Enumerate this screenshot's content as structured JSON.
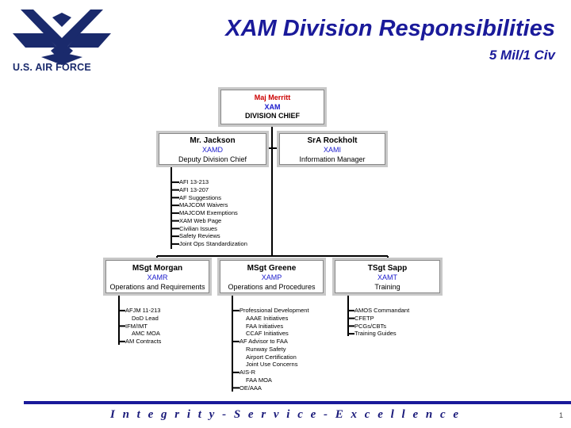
{
  "header": {
    "title": "XAM Division Responsibilities",
    "subtitle": "5 Mil/1 Civ",
    "logo_text": "U.S. AIR FORCE"
  },
  "chief": {
    "name": "Maj Merritt",
    "code": "XAM",
    "role": "DIVISION CHIEF"
  },
  "deputies": [
    {
      "name": "Mr. Jackson",
      "code": "XAMD",
      "role": "Deputy Division Chief"
    },
    {
      "name": "SrA Rockholt",
      "code": "XAMI",
      "role": "Information Manager"
    }
  ],
  "deputy_responsibilities": [
    "AFI 13-213",
    "AFI 13-207",
    "AF Suggestions",
    "MAJCOM Waivers",
    "MAJCOM Exemptions",
    "XAM Web Page",
    "Civilian Issues",
    "Safety Reviews",
    "Joint Ops Standardization"
  ],
  "branches": [
    {
      "name": "MSgt Morgan",
      "code": "XAMR",
      "role": "Operations and Requirements",
      "responsibilities": [
        {
          "text": "AFJM 11-213",
          "bullet": true
        },
        {
          "text": "DoD Lead",
          "bullet": false
        },
        {
          "text": "IFM/IMT",
          "bullet": true
        },
        {
          "text": "AMC MOA",
          "bullet": false
        },
        {
          "text": "AM Contracts",
          "bullet": true
        }
      ]
    },
    {
      "name": "MSgt Greene",
      "code": "XAMP",
      "role": "Operations and Procedures",
      "responsibilities": [
        {
          "text": "Professional Development",
          "bullet": true
        },
        {
          "text": "AAAE Initiatives",
          "bullet": false
        },
        {
          "text": "FAA Initiatives",
          "bullet": false
        },
        {
          "text": "CCAF Initiatives",
          "bullet": false
        },
        {
          "text": "AF Advisor to FAA",
          "bullet": true
        },
        {
          "text": "Runway Safety",
          "bullet": false
        },
        {
          "text": "Airport Certification",
          "bullet": false
        },
        {
          "text": "Joint Use Concerns",
          "bullet": false
        },
        {
          "text": "AIS-R",
          "bullet": true
        },
        {
          "text": "FAA MOA",
          "bullet": false
        },
        {
          "text": "OE/AAA",
          "bullet": true
        }
      ]
    },
    {
      "name": "TSgt Sapp",
      "code": "XAMT",
      "role": "Training",
      "responsibilities": [
        {
          "text": "AMOS Commandant",
          "bullet": true
        },
        {
          "text": "CFETP",
          "bullet": true
        },
        {
          "text": "PCGs/CBTs",
          "bullet": true
        },
        {
          "text": "Training Guides",
          "bullet": true
        }
      ]
    }
  ],
  "footer": {
    "motto": "I n t e g r i t y  -  S e r v i c e  -  E x c e l l e n c e",
    "page_number": "1"
  },
  "colors": {
    "title": "#1a1a9a",
    "chief_name": "#cc0000",
    "code": "#1a1acc",
    "box_border": "#c8c8c8",
    "footer_rule": "#1a1a9a"
  }
}
